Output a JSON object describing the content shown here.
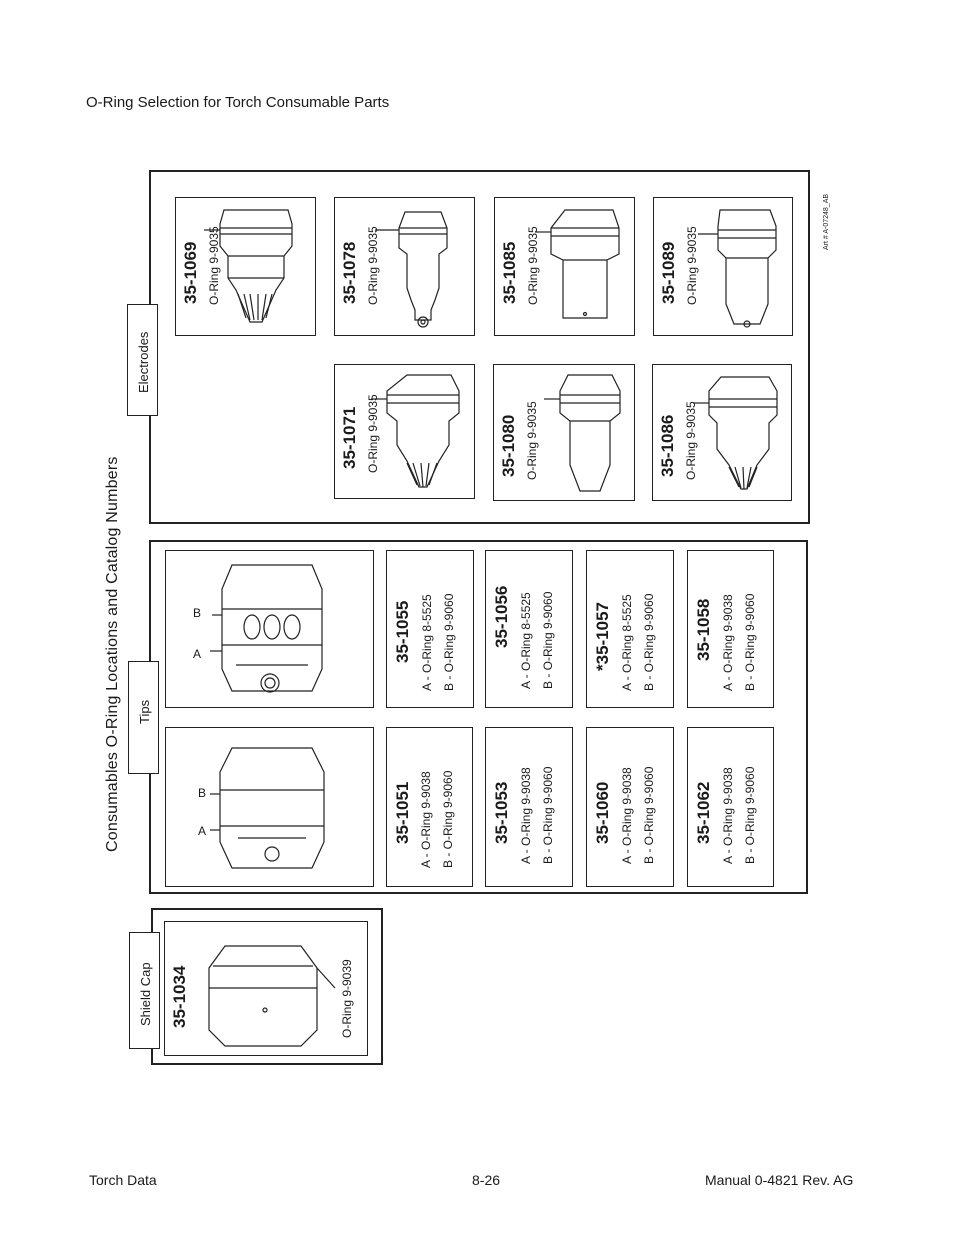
{
  "heading": "O-Ring Selection for Torch Consumable Parts",
  "main_title": "Consumables O-Ring Locations and Catalog Numbers",
  "art_number": "Art # A-07248_AB",
  "sections": {
    "electrodes": "Electrodes",
    "tips": "Tips",
    "shield_cap": "Shield Cap"
  },
  "electrodes": [
    {
      "pn": "35-1069",
      "oring": "O-Ring 9-9035"
    },
    {
      "pn": "35-1078",
      "oring": "O-Ring 9-9035"
    },
    {
      "pn": "35-1085",
      "oring": "O-Ring 9-9035"
    },
    {
      "pn": "35-1089",
      "oring": "O-Ring 9-9035"
    },
    {
      "pn": "35-1071",
      "oring": "O-Ring 9-9035"
    },
    {
      "pn": "35-1080",
      "oring": "O-Ring 9-9035"
    },
    {
      "pn": "35-1086",
      "oring": "O-Ring 9-9035"
    }
  ],
  "tips_callouts": {
    "a": "A",
    "b": "B"
  },
  "tips_upper": [
    {
      "pn": "35-1055",
      "a": "A - O-Ring  8-5525",
      "b": "B - O-Ring  9-9060"
    },
    {
      "pn": "35-1056",
      "a": "A - O-Ring  8-5525",
      "b": "B - O-Ring  9-9060"
    },
    {
      "pn": "*35-1057",
      "a": "A - O-Ring  8-5525",
      "b": "B - O-Ring  9-9060"
    },
    {
      "pn": "35-1058",
      "a": "A - O-Ring  9-9038",
      "b": "B - O-Ring  9-9060"
    }
  ],
  "tips_lower": [
    {
      "pn": "35-1051",
      "a": "A - O-Ring  9-9038",
      "b": "B - O-Ring  9-9060"
    },
    {
      "pn": "35-1053",
      "a": "A - O-Ring 9-9038",
      "b": "B - O-Ring 9-9060"
    },
    {
      "pn": "35-1060",
      "a": "A - O-Ring  9-9038",
      "b": "B - O-Ring  9-9060"
    },
    {
      "pn": "35-1062",
      "a": "A - O-Ring  9-9038",
      "b": "B - O-Ring  9-9060"
    }
  ],
  "shield_cap": {
    "pn": "35-1034",
    "oring": "O-Ring  9-9039"
  },
  "footer": {
    "left": "Torch Data",
    "center": "8-26",
    "right": "Manual  0-4821 Rev. AG"
  }
}
